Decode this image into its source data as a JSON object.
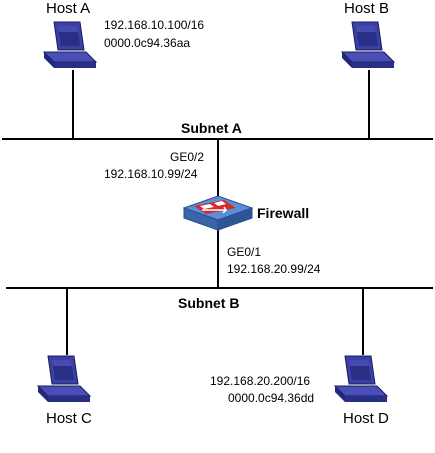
{
  "hosts": {
    "a": {
      "name": "Host A",
      "ip": "192.168.10.100/16",
      "mac": "0000.0c94.36aa"
    },
    "b": {
      "name": "Host B"
    },
    "c": {
      "name": "Host C"
    },
    "d": {
      "name": "Host D",
      "ip": "192.168.20.200/16",
      "mac": "0000.0c94.36dd"
    }
  },
  "subnets": {
    "a": {
      "label": "Subnet A"
    },
    "b": {
      "label": "Subnet B"
    }
  },
  "firewall": {
    "name": "Firewall",
    "upper_port": {
      "name": "GE0/2",
      "ip": "192.168.10.99/24"
    },
    "lower_port": {
      "name": "GE0/1",
      "ip": "192.168.20.99/24"
    }
  },
  "icons": {
    "host": "desktop-computer-icon",
    "firewall": "firewall-router-icon"
  },
  "colors": {
    "lines": "#000000",
    "icon_blue": "#3b3fa6",
    "screen": "#2a2f86",
    "firewall_band": "#d42a2a"
  }
}
